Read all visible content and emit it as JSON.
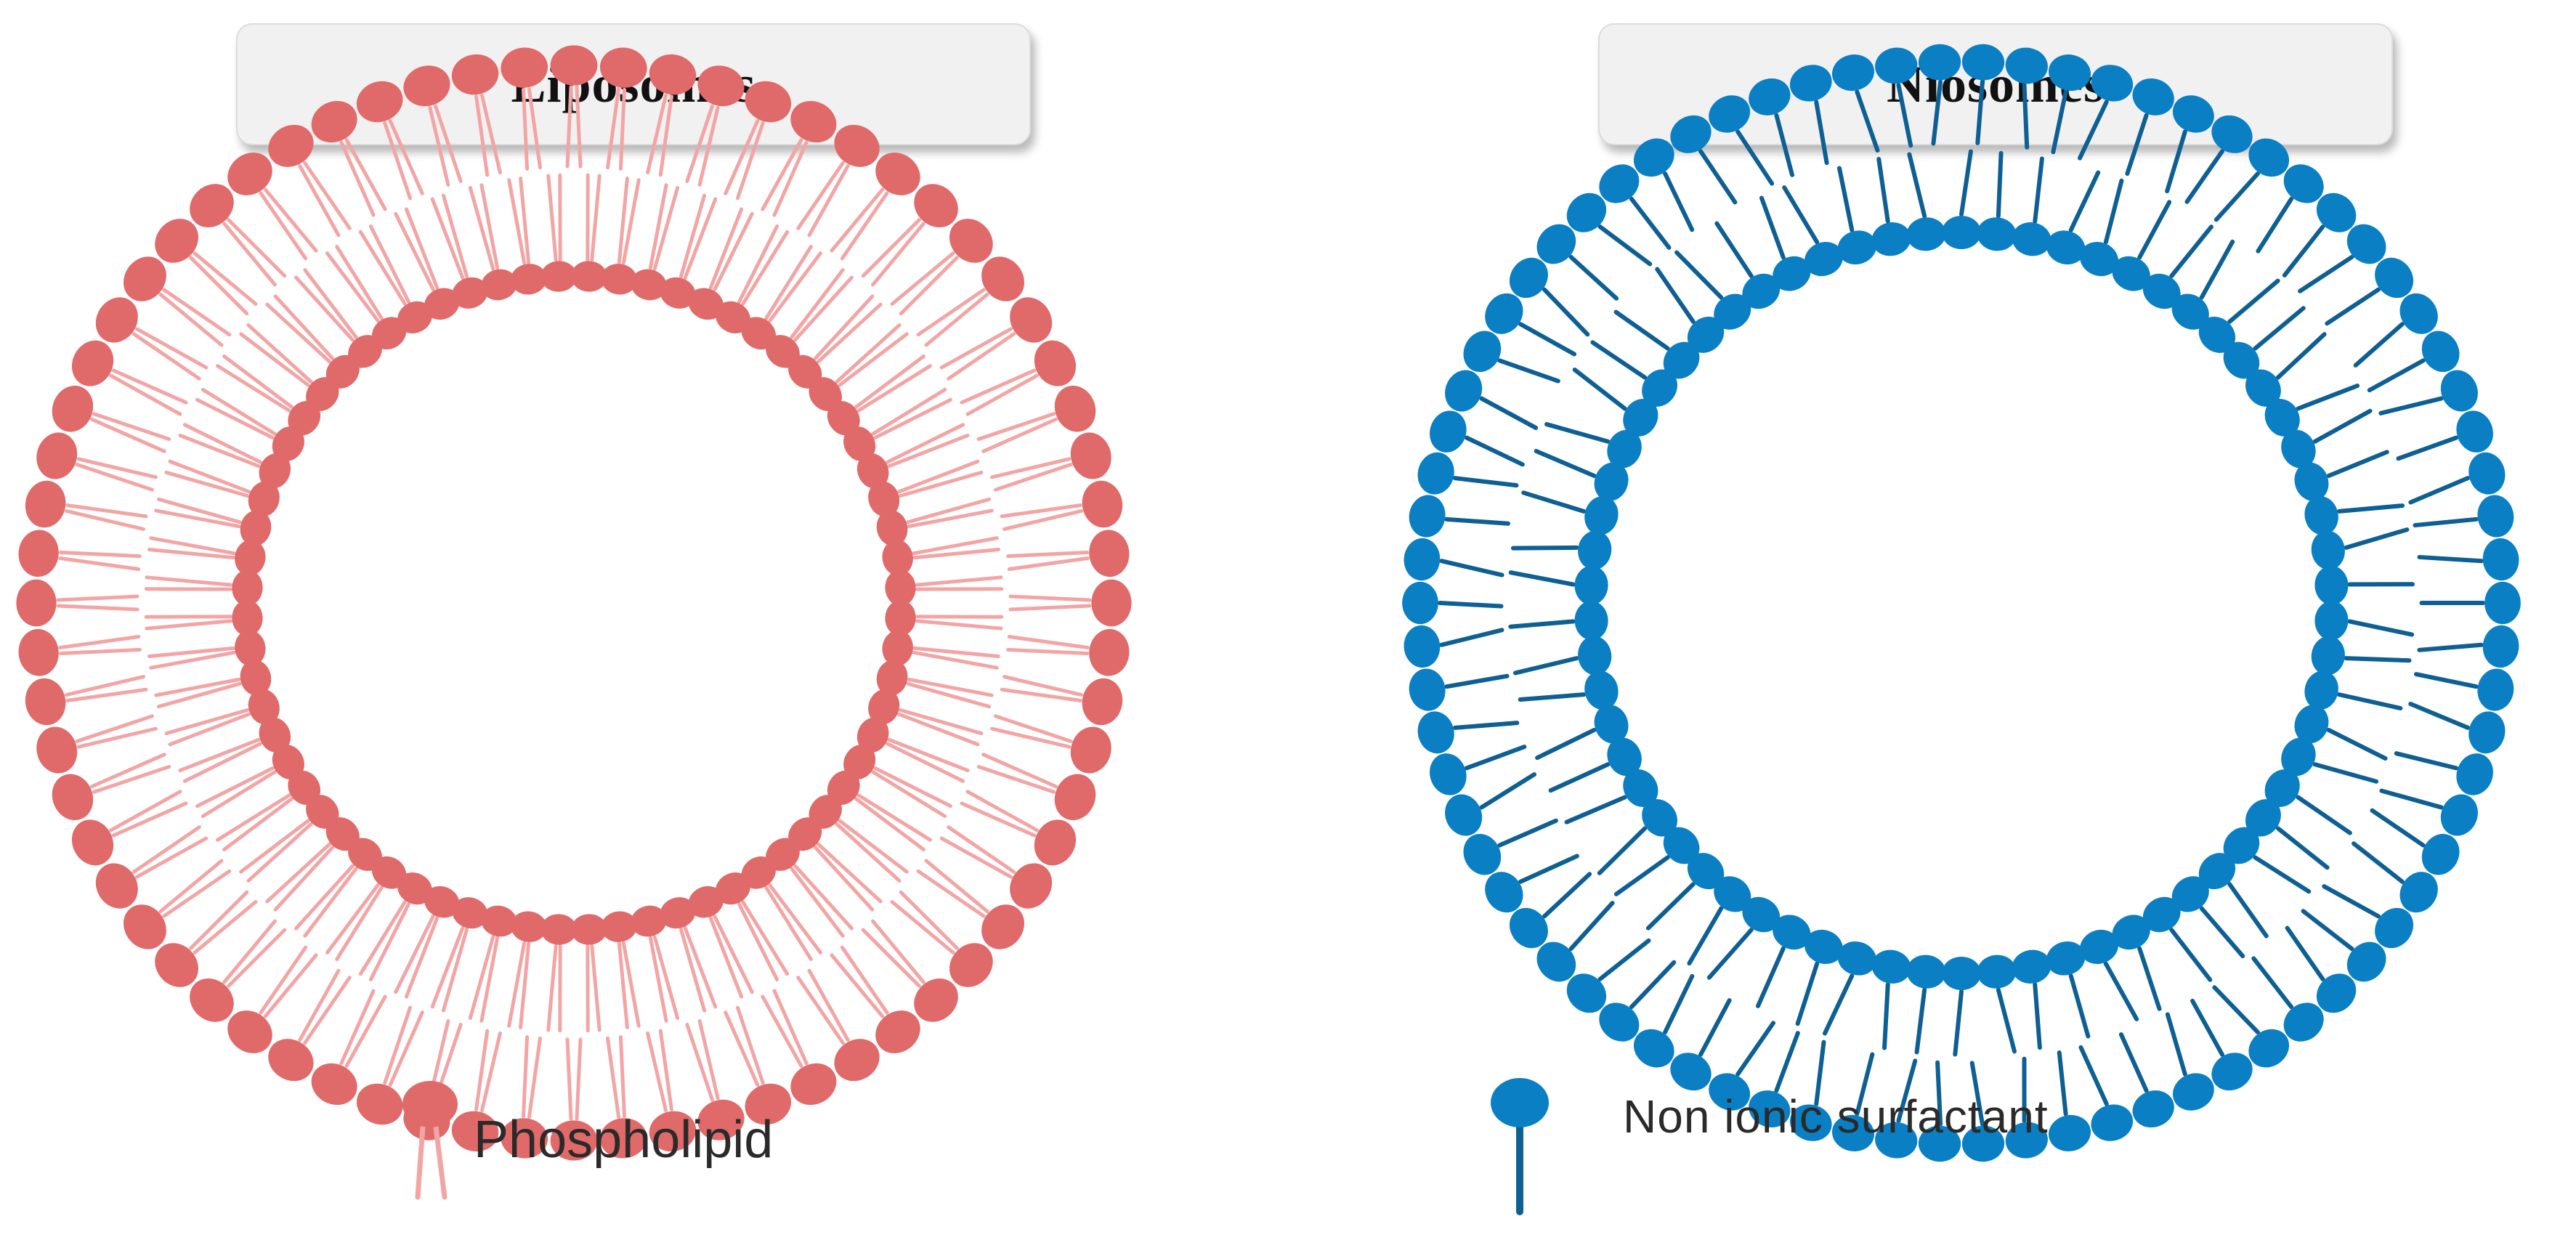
{
  "liposomes": {
    "title": "Liposomes",
    "color": "#e06a6a",
    "tail_color": "#f2a5a5",
    "legend_label": "Phospholipid",
    "legend_icon": "phospholipid-icon"
  },
  "niosomes": {
    "title": "Niosomes",
    "color": "#0a7fc4",
    "tail_color": "#0e5f93",
    "legend_label": "Non ionic surfactant",
    "legend_icon": "surfactant-icon"
  }
}
